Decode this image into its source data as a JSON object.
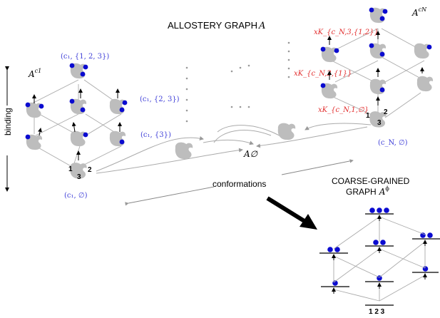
{
  "title": "ALLOSTERY GRAPH",
  "title_symbol": "A",
  "left_subgraph_label": "A",
  "left_subgraph_sup": "c1",
  "right_subgraph_label": "A",
  "right_subgraph_sup": "cN",
  "center_label": "A∅",
  "binding_label": "binding",
  "conformations_label": "conformations",
  "coarse_title_line1": "COARSE-GRAINED",
  "coarse_title_line2": "GRAPH",
  "coarse_symbol": "A",
  "coarse_sup": "ϕ",
  "site_numbers": [
    "1",
    "2",
    "3"
  ],
  "coarse_base_label": "1 2 3",
  "left_state_labels": [
    "(c₁, {1, 2, 3})",
    "(c₁, {2, 3})",
    "(c₁, {3})",
    "(c₁, ∅)"
  ],
  "right_state_label": "(c_N, ∅)",
  "rate_labels": [
    "xK_{c_N,3,{1,2}}",
    "xK_{c_N,2,{1}}",
    "xK_{c_N,1,∅}"
  ],
  "colors": {
    "ligand": "#0b0bd0",
    "protein": "#bdbdbd",
    "state_label": "#3f3fd8",
    "rate_label": "#e23030",
    "edge": "#999999",
    "arrow": "#000000"
  }
}
